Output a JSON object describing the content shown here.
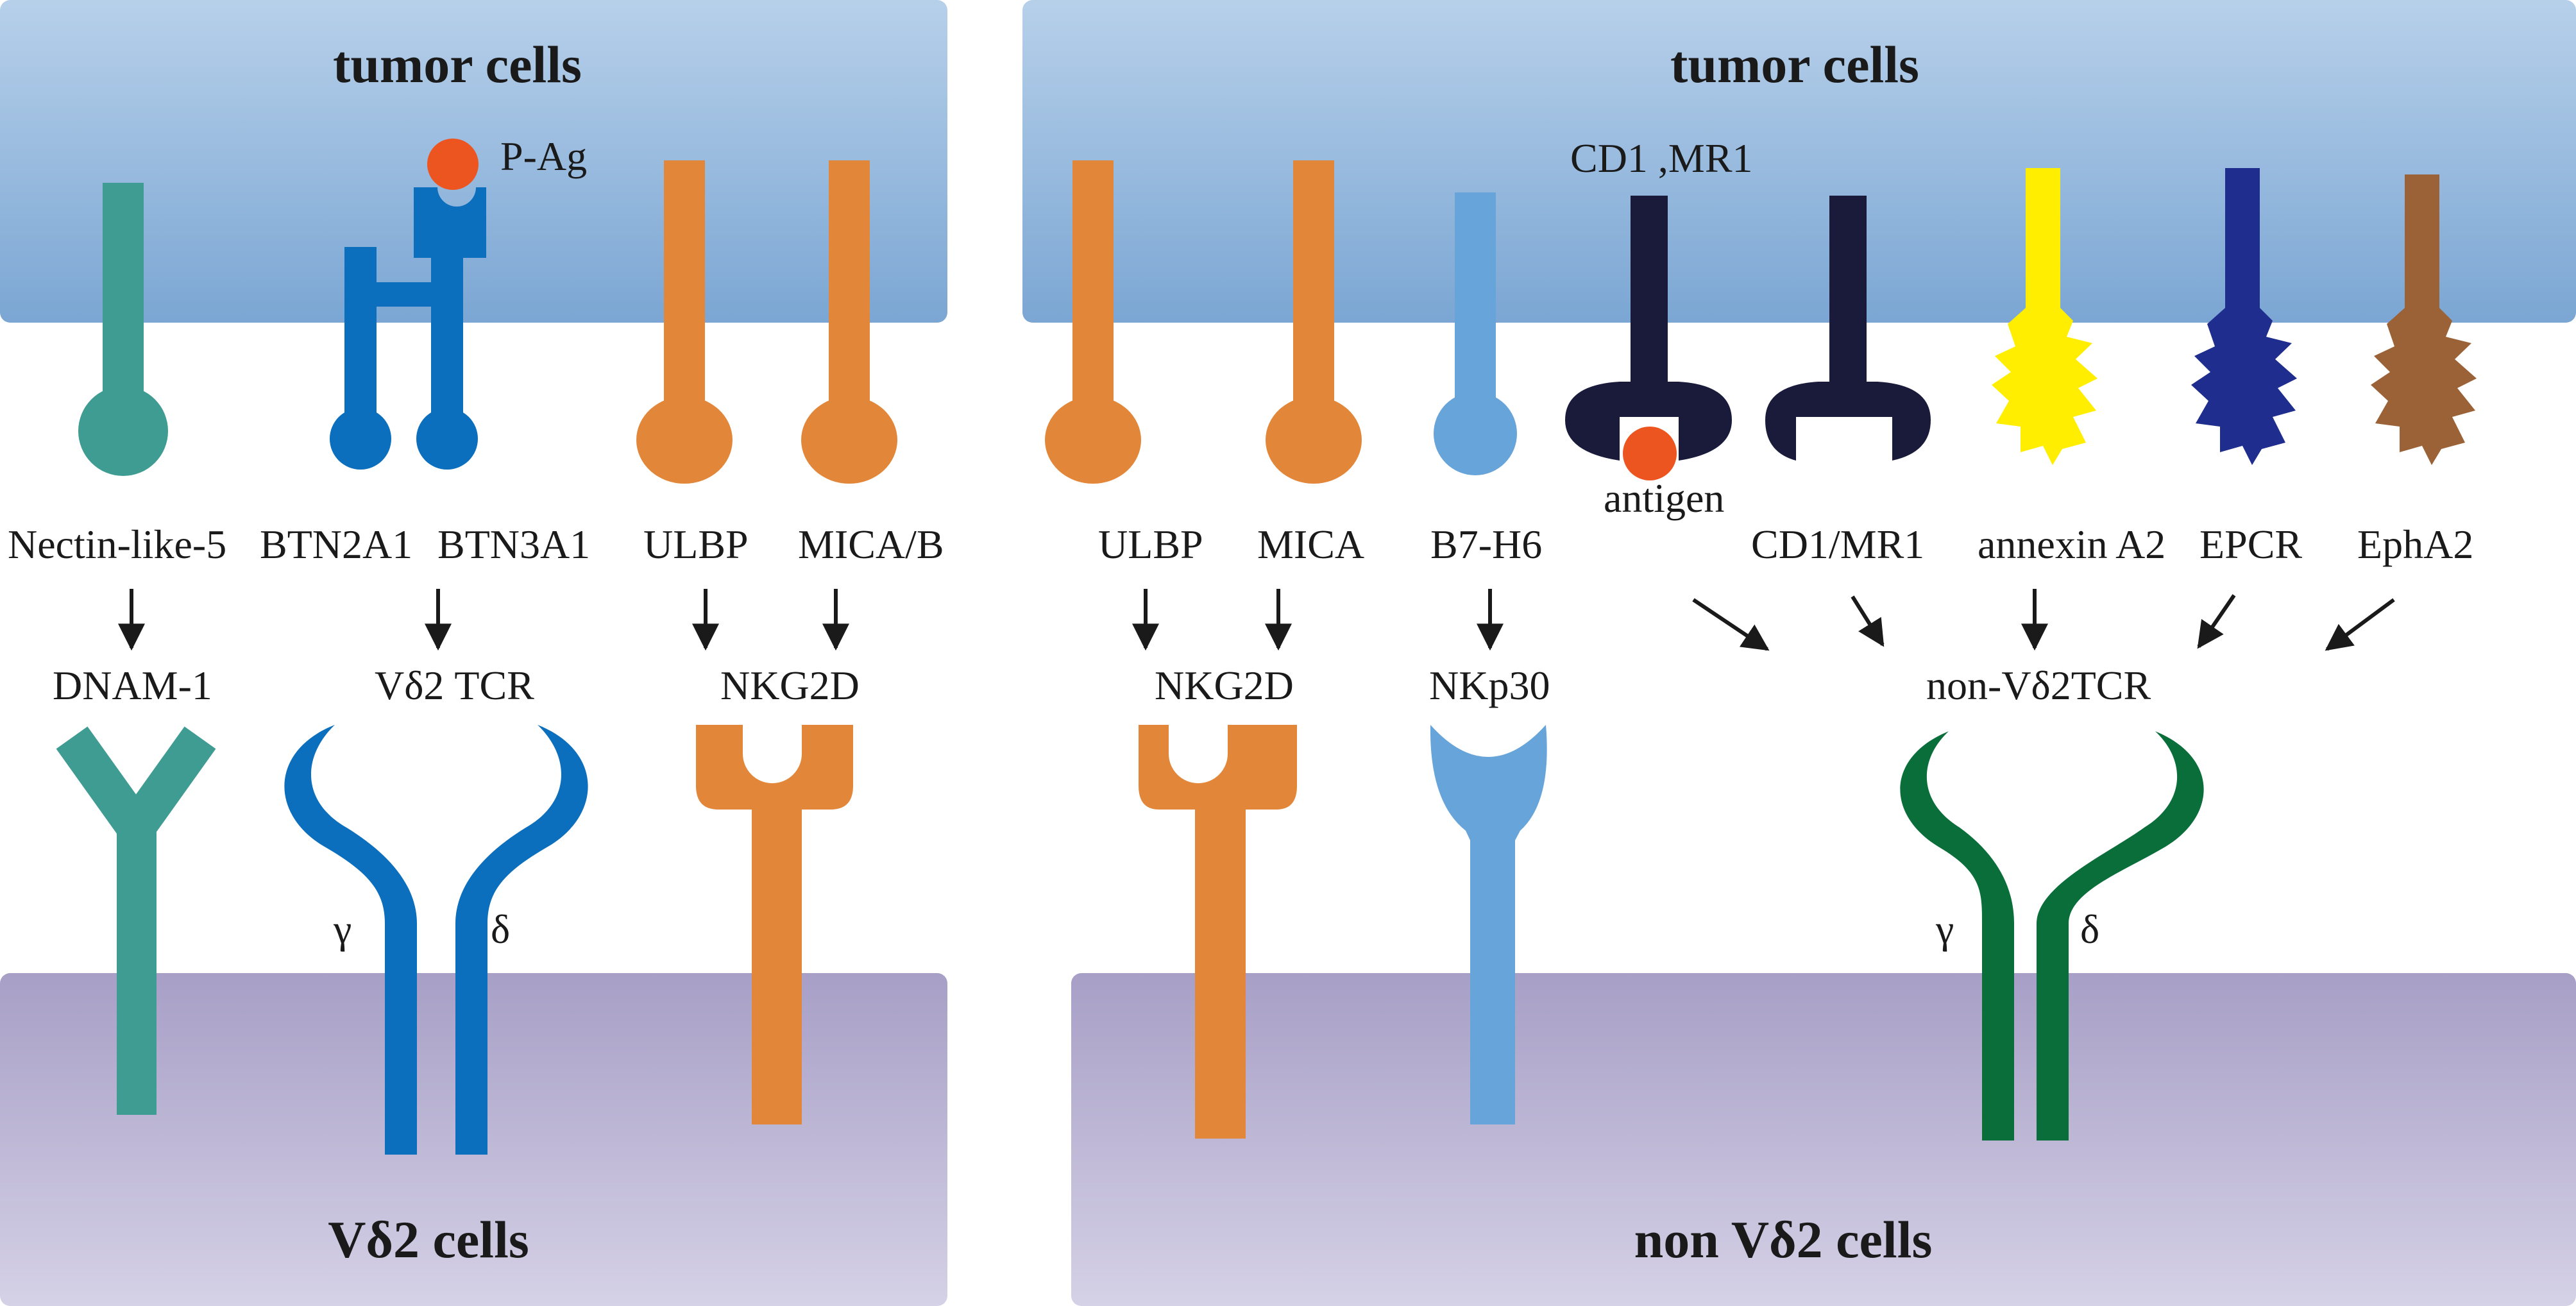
{
  "left_panel": {
    "top_title": "tumor cells",
    "bottom_title": "Vδ2 cells",
    "pag_label": "P-Ag",
    "ligands": [
      "Nectin-like-5",
      "BTN2A1",
      "BTN3A1",
      "ULBP",
      "MICA/B"
    ],
    "receptors": [
      "DNAM-1",
      "Vδ2 TCR",
      "NKG2D"
    ],
    "chain_gamma": "γ",
    "chain_delta": "δ"
  },
  "right_panel": {
    "top_title": "tumor cells",
    "bottom_title": "non Vδ2 cells",
    "cd1_mr1_top": "CD1 ,MR1",
    "antigen_label": "antigen",
    "ligands": [
      "ULBP",
      "MICA",
      "B7-H6",
      "CD1/MR1",
      "annexin A2",
      "EPCR",
      "EphA2"
    ],
    "receptors": [
      "NKG2D",
      "NKp30",
      "non-Vδ2TCR"
    ],
    "chain_gamma": "γ",
    "chain_delta": "δ"
  },
  "colors": {
    "tumor_top": "#b7d0ea",
    "tumor_bottom": "#7ba6d3",
    "tcell_top": "#a79fc6",
    "tcell_bottom": "#d5d1e6",
    "teal": "#3f9c93",
    "blue": "#0b6fbd",
    "orange": "#e2873a",
    "light_blue": "#67a4da",
    "navy": "#1a1a3a",
    "yellow": "#ffee00",
    "dark_blue": "#1f2d8f",
    "brown": "#9a6236",
    "green": "#0a6e3a",
    "red": "#ec5520"
  }
}
